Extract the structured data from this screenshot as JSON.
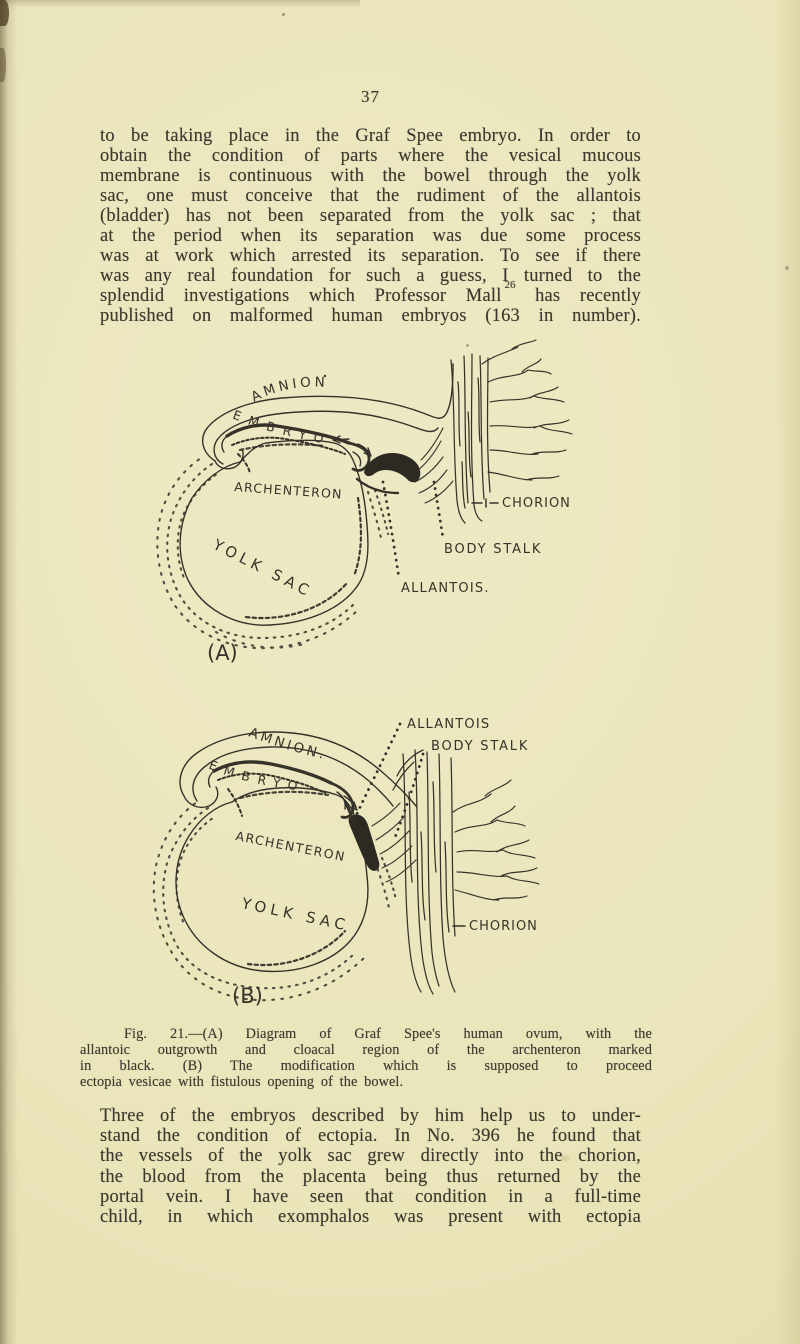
{
  "page": {
    "number": "37"
  },
  "paragraph1": {
    "lines": [
      "to be taking place in the Graf Spee embryo. In order to",
      "obtain the condition of parts where the vesical mucous",
      "membrane is continuous with the bowel through the yolk",
      "sac, one must conceive that the rudiment of the allantois",
      "(bladder) has not been separated from the yolk sac ; that",
      "at the period when its separation was due some process",
      "was at work which arrested its separation. To see if there",
      "was any real foundation for such a guess, I turned to the"
    ],
    "ref_line": {
      "before": "splendid investigations which Professor Mall",
      "ref": "26",
      "after": "has recently"
    },
    "last_line": "published on malformed human embryos (163 in number)."
  },
  "figure": {
    "panel_a": {
      "tag": "(A)",
      "labels": {
        "amnion": "AMNION",
        "embryo": "EMBRYO",
        "archenteron": "ARCHENTERON",
        "yolk_sac": "YOLK SAC",
        "chorion": "CHORION",
        "body_stalk": "BODY STALK",
        "allantois": "ALLANTOIS."
      }
    },
    "panel_b": {
      "tag": "(B)",
      "labels": {
        "allantois": "ALLANTOIS",
        "body_stalk": "BODY STALK",
        "amnion": "AMNION.",
        "embryo": "EMBRYO",
        "archenteron": "ARCHENTERON",
        "yolk_sac": "YOLK SAC",
        "chorion": "CHORION"
      }
    },
    "caption": {
      "lines": [
        "Fig. 21.—(A) Diagram of Graf Spee's human ovum, with the",
        "allantoic outgrowth and cloacal region of the archenteron marked",
        "in black. (B) The modification which is supposed to proceed",
        "ectopia vesicae with fistulous opening of the bowel."
      ]
    }
  },
  "paragraph2": {
    "lines": [
      "Three of the embryos described by him help us to under-",
      "stand the condition of ectopia. In No. 396 he found that",
      "the vessels of the yolk sac grew directly into the chorion,",
      "the blood from the placenta being thus returned by the",
      "portal vein. I have seen that condition in a full-time",
      "child, in which exomphalos was present with ectopia"
    ]
  }
}
